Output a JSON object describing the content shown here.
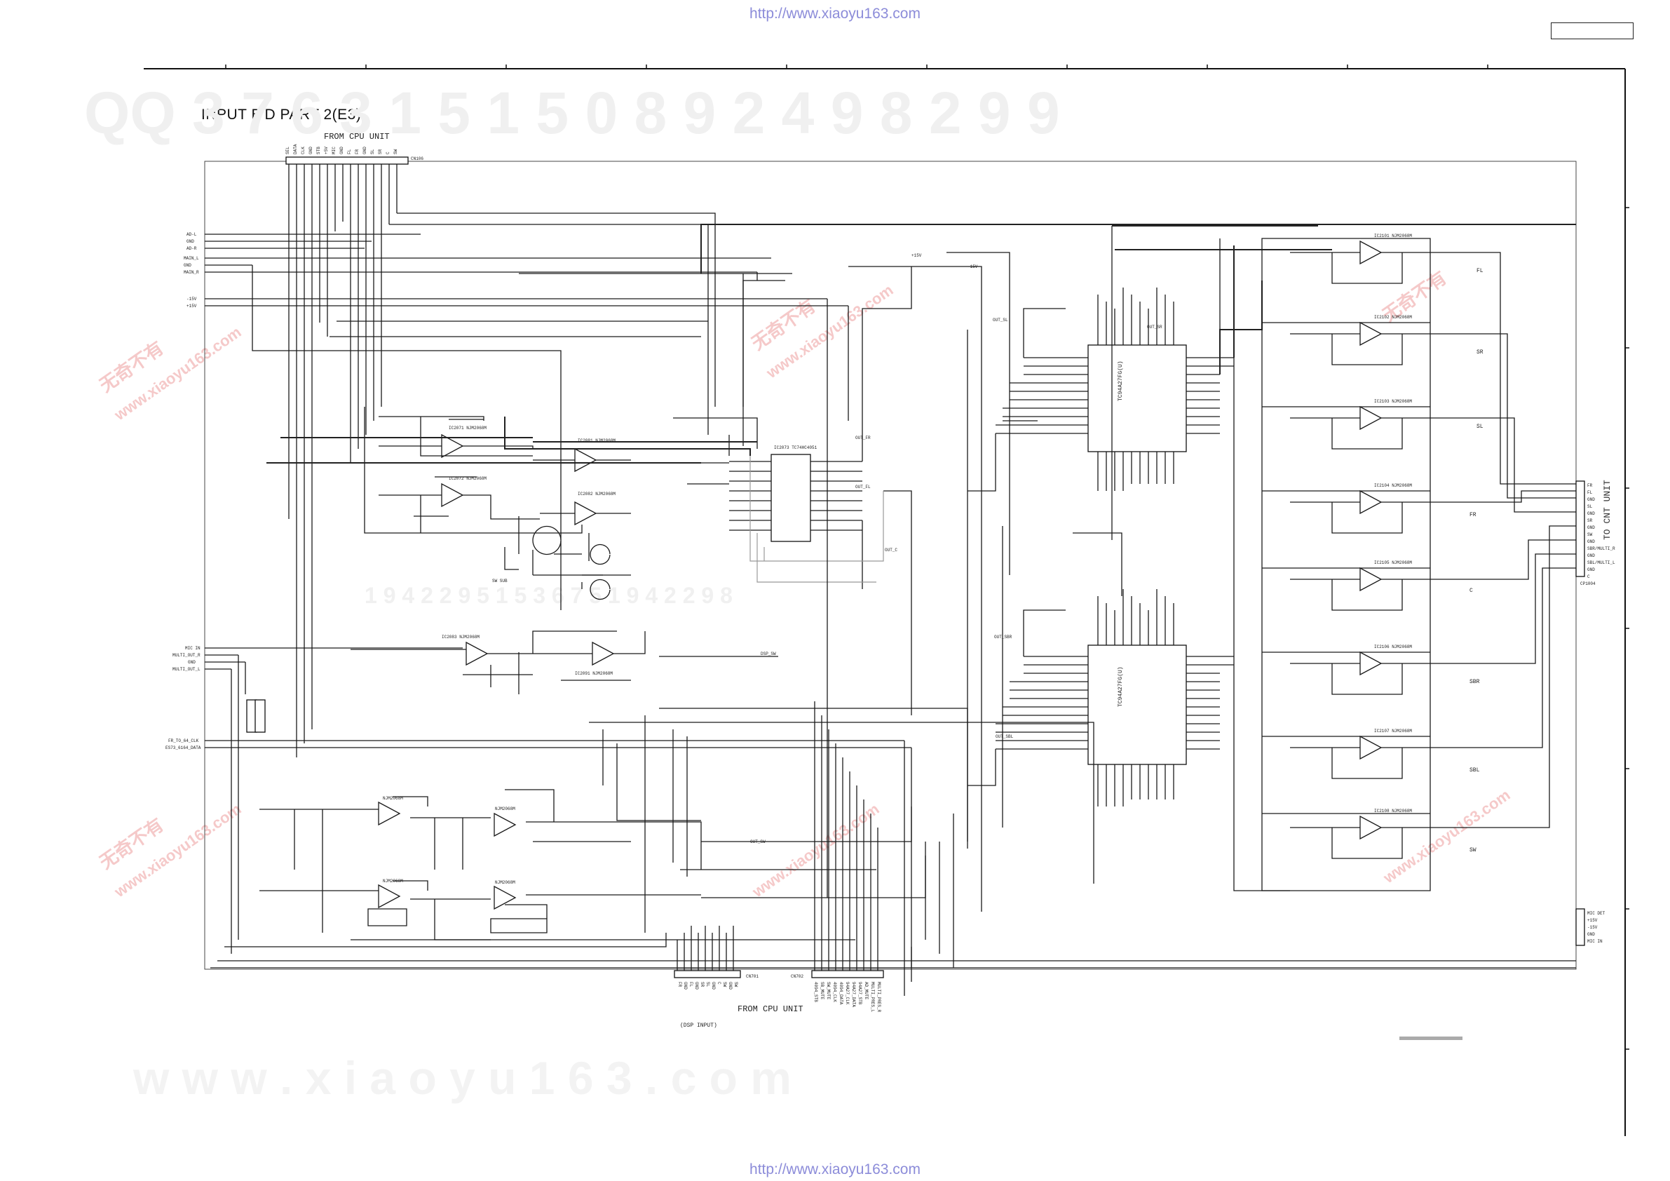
{
  "watermark": {
    "top_url": "http://www.xiaoyu163.com",
    "bottom_url": "http://www.xiaoyu163.com",
    "background_digits_top": "QQ 3 7 6 3 1 5 1 5 0   8 9 2 4 9 8 2 9 9",
    "background_site": "w w w . x i a o y u 1 6 3 . c o m",
    "background_digits_mid": "1 9 4 2 2 9 5 1 5 3 6 7 5 1 9 4 2 2 9 8",
    "repeated_stamp_cn": "无奇不有",
    "repeated_stamp_site": "www.xiaoyu163.com"
  },
  "diagram": {
    "title": "INPUT B'D PART 2(E3)",
    "from_cpu_top": "FROM CPU UNIT",
    "from_cpu_bottom": "FROM CPU UNIT",
    "to_cnt_unit": "TO CNT UNIT",
    "cn_top": "CN106",
    "cn_right": "CP1004",
    "cn_bottom_left": "CN701",
    "cn_bottom_right": "CN702",
    "dsp_input_label": "(DSP INPUT)",
    "ic_upper": "TC94A27FG(U)",
    "ic_lower": "TC94A27FG(U)",
    "ic_selector": "IC2073 TC74HC4051",
    "left_connector_labels": [
      "AD-L",
      "GND",
      "AD-R",
      "MAIN_L",
      "GND",
      "MAIN_R",
      "-15V",
      "+15V"
    ],
    "mid_left_labels": [
      "MIC IN",
      "MULTI_OUT_R",
      "GND",
      "MULTI_OUT_L"
    ],
    "low_left_labels": [
      "FR_TO_64_CLK",
      "ES73_6164_DATA"
    ],
    "channel_labels": [
      "FL",
      "SR",
      "SL",
      "FR",
      "C",
      "SBR",
      "SBL",
      "SW"
    ],
    "right_connector_labels": [
      "FR",
      "FL",
      "GND",
      "SL",
      "GND",
      "SR",
      "GND",
      "SW",
      "GND",
      "SBR/MULTI_R",
      "GND",
      "SBL/MULTI_L",
      "GND",
      "C"
    ],
    "power_labels": [
      "MIC DET",
      "+15V",
      "-15V",
      "GND",
      "MIC IN"
    ],
    "cpu_top_pins": [
      "SEL",
      "DATA",
      "CLK",
      "GND",
      "STB",
      "+5V",
      "MIC",
      "GND",
      "FL",
      "FR",
      "GND",
      "SL",
      "SR",
      "C",
      "SW"
    ],
    "bottom_pins_left": [
      "FR",
      "GND",
      "FL",
      "GND",
      "SR",
      "SL",
      "GND",
      "C",
      "SW",
      "GND",
      "SW"
    ],
    "bottom_pins_right": [
      "4094_STB",
      "SB_MUTE",
      "SW_MUTE",
      "4094_CLK",
      "4094_DATA",
      "94A27_CLK",
      "94A27_DATA",
      "94A27_STB",
      "AD_MUTE",
      "MULTI_PRES_L",
      "MULTI_PRES_R"
    ],
    "opamps_left": [
      "IC2071 NJM2068M",
      "IC2072 NJM2068M",
      "IC2081 NJM2068M",
      "IC2082 NJM2068M",
      "IC2083 NJM2068M",
      "IC2091 NJM2068M"
    ],
    "opamps_right": [
      "IC2101 NJM2068M",
      "IC2102 NJM2068M",
      "IC2103 NJM2068M",
      "IC2104 NJM2068M",
      "IC2105 NJM2068M",
      "IC2106 NJM2068M",
      "IC2107 NJM2068M",
      "IC2108 NJM2068M"
    ],
    "misc_labels": [
      "OUT_SW",
      "OUT_FR",
      "OUT_C",
      "OUT_SR",
      "OUT_SL",
      "OUT_SBR",
      "OUT_SBL",
      "OUT_FL",
      "DSP_SW",
      "+15V",
      "-15V",
      "SW SUB",
      "NJM2068M"
    ]
  }
}
